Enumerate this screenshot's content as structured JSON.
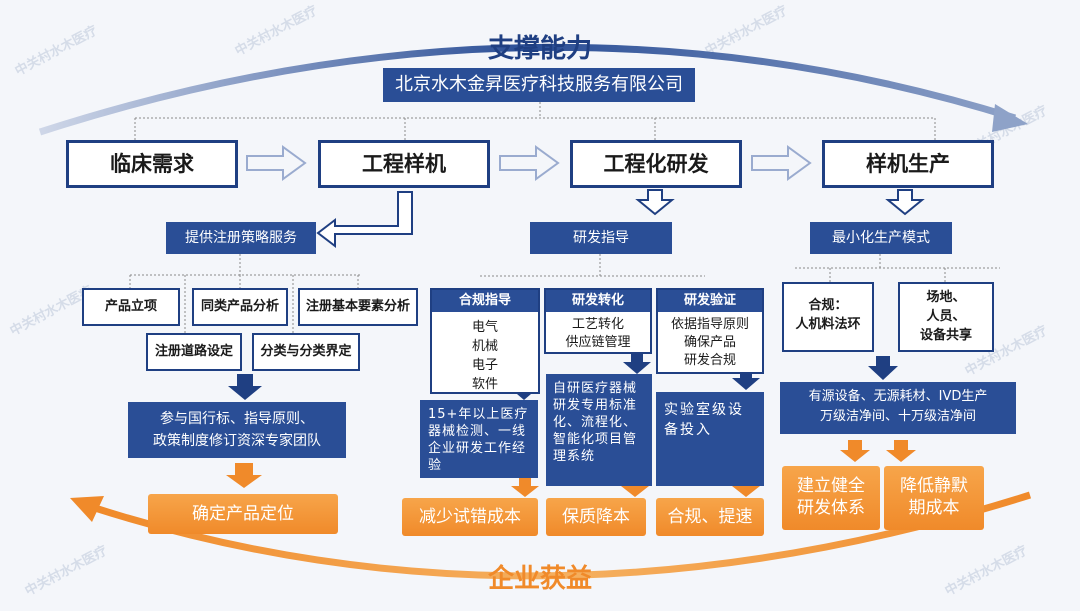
{
  "watermark": "中关村水木医疗",
  "top_title": "支撑能力",
  "bottom_title": "企业获益",
  "company": "北京水木金昇医疗科技服务有限公司",
  "stages": [
    "临床需求",
    "工程样机",
    "工程化研发",
    "样机生产"
  ],
  "left": {
    "service": "提供注册策略服务",
    "items": [
      "产品立项",
      "同类产品分析",
      "注册基本要素分析",
      "注册道路设定",
      "分类与分类界定"
    ],
    "team": "参与国行标、指导原则、\n政策制度修订资深专家团队",
    "benefit": "确定产品定位"
  },
  "middle": {
    "guide": "研发指导",
    "columns": [
      {
        "head": "合规指导",
        "body": "电气\n机械\n电子\n软件",
        "desc": "15+年以上医疗器械检测、一线企业研发工作经验",
        "benefit": "减少试错成本"
      },
      {
        "head": "研发转化",
        "body": "工艺转化\n供应链管理",
        "desc": "自研医疗器械研发专用标准化、流程化、智能化项目管理系统",
        "benefit": "保质降本"
      },
      {
        "head": "研发验证",
        "body": "依据指导原则\n确保产品\n研发合规",
        "desc": "实验室级设备投入",
        "benefit": "合规、提速"
      }
    ]
  },
  "right": {
    "mode": "最小化生产模式",
    "items": [
      "合规：\n人机料法环",
      "场地、\n人员、\n设备共享"
    ],
    "facility": "有源设备、无源耗材、IVD生产\n万级洁净间、十万级洁净间",
    "benefits": [
      "建立健全\n研发体系",
      "降低静默\n期成本"
    ]
  },
  "colors": {
    "navy": "#1f3f82",
    "blue": "#2a4e96",
    "orange": "#f08a2a",
    "arc_top": "#2a4e96",
    "arc_bottom": "#f08a2a"
  }
}
